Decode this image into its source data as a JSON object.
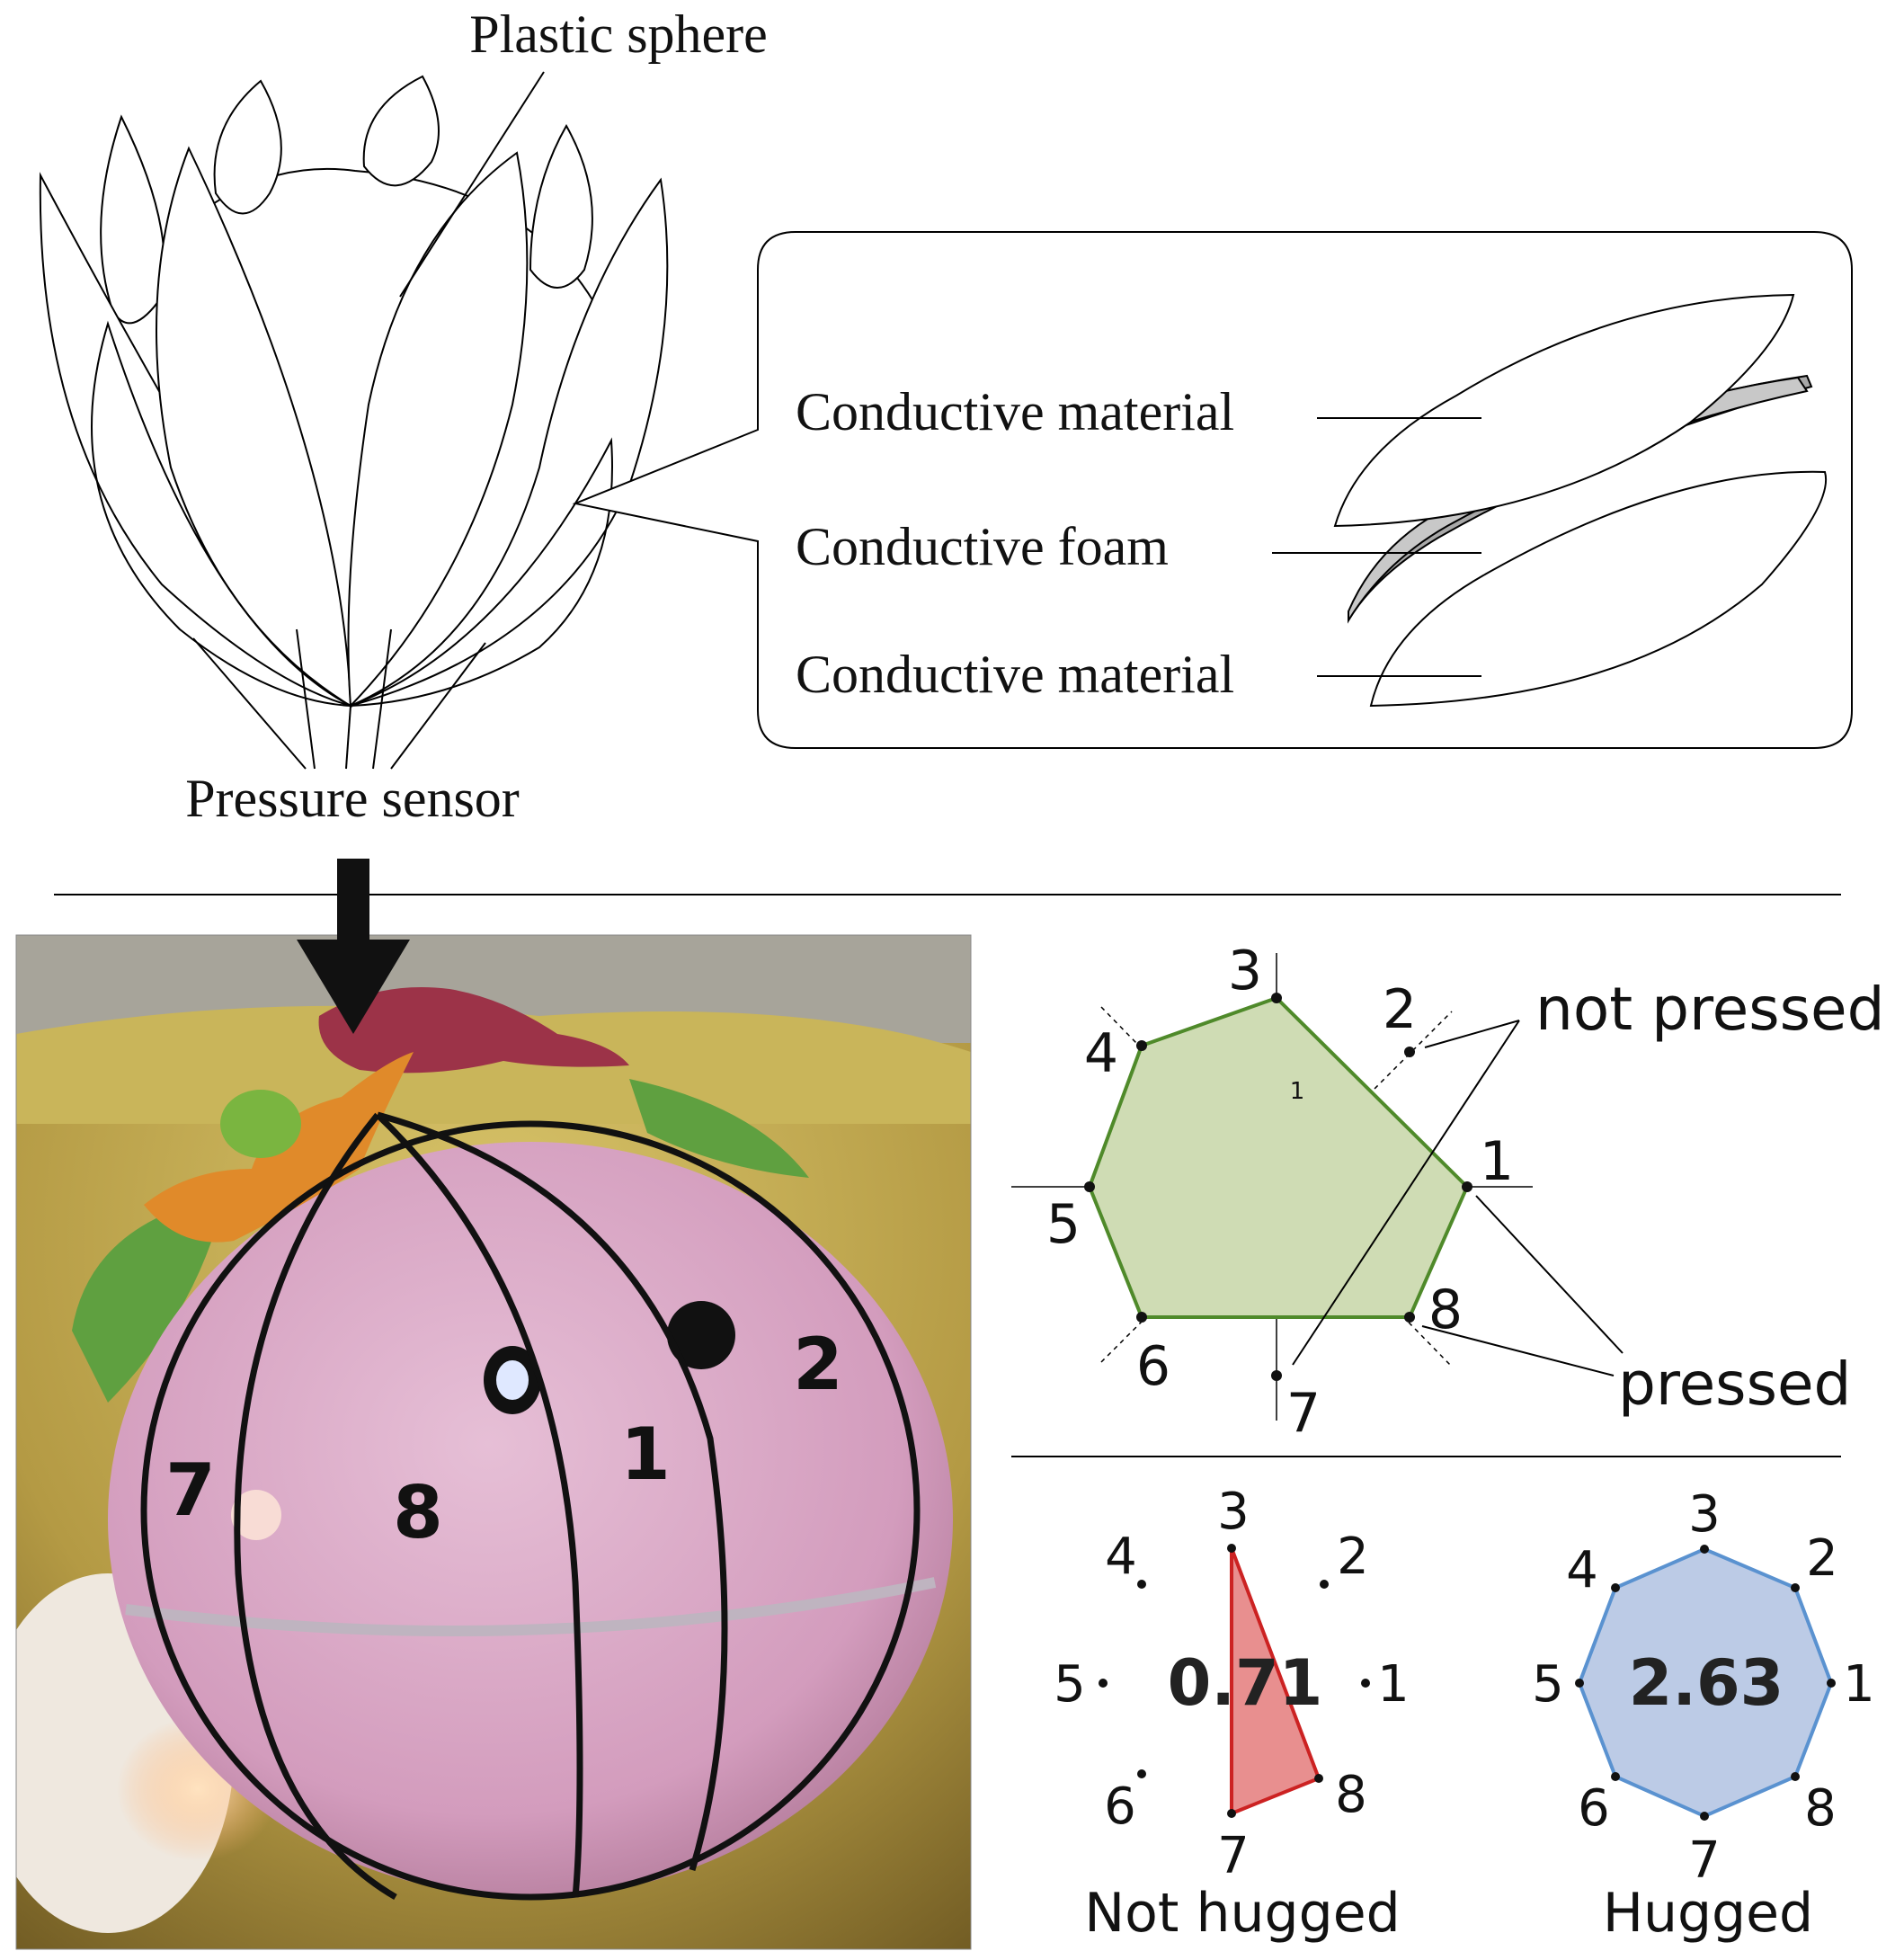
{
  "top": {
    "plastic_sphere_label": "Plastic sphere",
    "pressure_sensor_label": "Pressure sensor",
    "layers": {
      "top_label": "Conductive material",
      "middle_label": "Conductive foam",
      "bottom_label": "Conductive material"
    }
  },
  "photo": {
    "segment_labels": [
      "2",
      "1",
      "8",
      "7"
    ]
  },
  "radar": {
    "axis_labels": [
      "1",
      "2",
      "3",
      "4",
      "5",
      "6",
      "7",
      "8"
    ],
    "scale_label": "1",
    "not_pressed_label": "not pressed",
    "pressed_label": "pressed",
    "pressed_sensors": [
      "1",
      "3",
      "4",
      "5",
      "6",
      "8"
    ],
    "not_pressed_sensors": [
      "2",
      "7"
    ]
  },
  "examples": {
    "not_hugged": {
      "caption": "Not hugged",
      "value": "0.71",
      "labels": [
        "1",
        "2",
        "3",
        "4",
        "5",
        "6",
        "7",
        "8"
      ]
    },
    "hugged": {
      "caption": "Hugged",
      "value": "2.63",
      "labels": [
        "1",
        "2",
        "3",
        "4",
        "5",
        "6",
        "7",
        "8"
      ]
    }
  },
  "colors": {
    "green_fill": "#cfdcb4",
    "green_stroke": "#4f8a2a",
    "red_fill": "#e88f8f",
    "red_stroke": "#cc2222",
    "blue_fill": "#bccbe6",
    "blue_stroke": "#5a92d0",
    "foam_gray": "#c8c8c8",
    "photo_pink": "#d8a8c4",
    "photo_yellow": "#c9b55a"
  }
}
